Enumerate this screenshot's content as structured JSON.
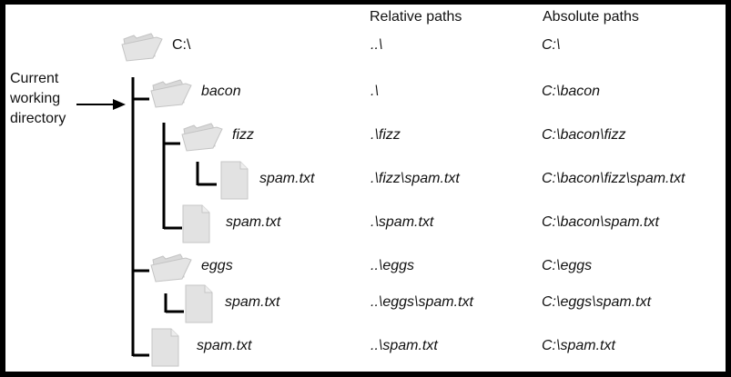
{
  "headers": {
    "relative": "Relative paths",
    "absolute": "Absolute paths"
  },
  "cwd_label": [
    "Current",
    "working",
    "directory"
  ],
  "rows": [
    {
      "kind": "folder",
      "name": "C:\\",
      "italic": false,
      "depth": 0,
      "relative": "..\\",
      "absolute": "C:\\"
    },
    {
      "kind": "folder",
      "name": "bacon",
      "italic": true,
      "depth": 1,
      "relative": ".\\",
      "absolute": "C:\\bacon"
    },
    {
      "kind": "folder",
      "name": "fizz",
      "italic": true,
      "depth": 2,
      "relative": ".\\fizz",
      "absolute": "C:\\bacon\\fizz"
    },
    {
      "kind": "file",
      "name": "spam.txt",
      "italic": true,
      "depth": 3,
      "relative": ".\\fizz\\spam.txt",
      "absolute": "C:\\bacon\\fizz\\spam.txt"
    },
    {
      "kind": "file",
      "name": "spam.txt",
      "italic": true,
      "depth": 2,
      "relative": ".\\spam.txt",
      "absolute": "C:\\bacon\\spam.txt"
    },
    {
      "kind": "folder",
      "name": "eggs",
      "italic": true,
      "depth": 1,
      "relative": "..\\eggs",
      "absolute": "C:\\eggs"
    },
    {
      "kind": "file",
      "name": "spam.txt",
      "italic": true,
      "depth": 2,
      "relative": "..\\eggs\\spam.txt",
      "absolute": "C:\\eggs\\spam.txt"
    },
    {
      "kind": "file",
      "name": "spam.txt",
      "italic": true,
      "depth": 1,
      "relative": "..\\spam.txt",
      "absolute": "C:\\spam.txt"
    }
  ],
  "colors": {
    "icon_fill": "#e2e2e2",
    "icon_stroke": "#c8c8c8",
    "line": "#000000",
    "frame": "#000000"
  },
  "icons": {
    "folder": "folder-icon",
    "file": "file-icon"
  }
}
